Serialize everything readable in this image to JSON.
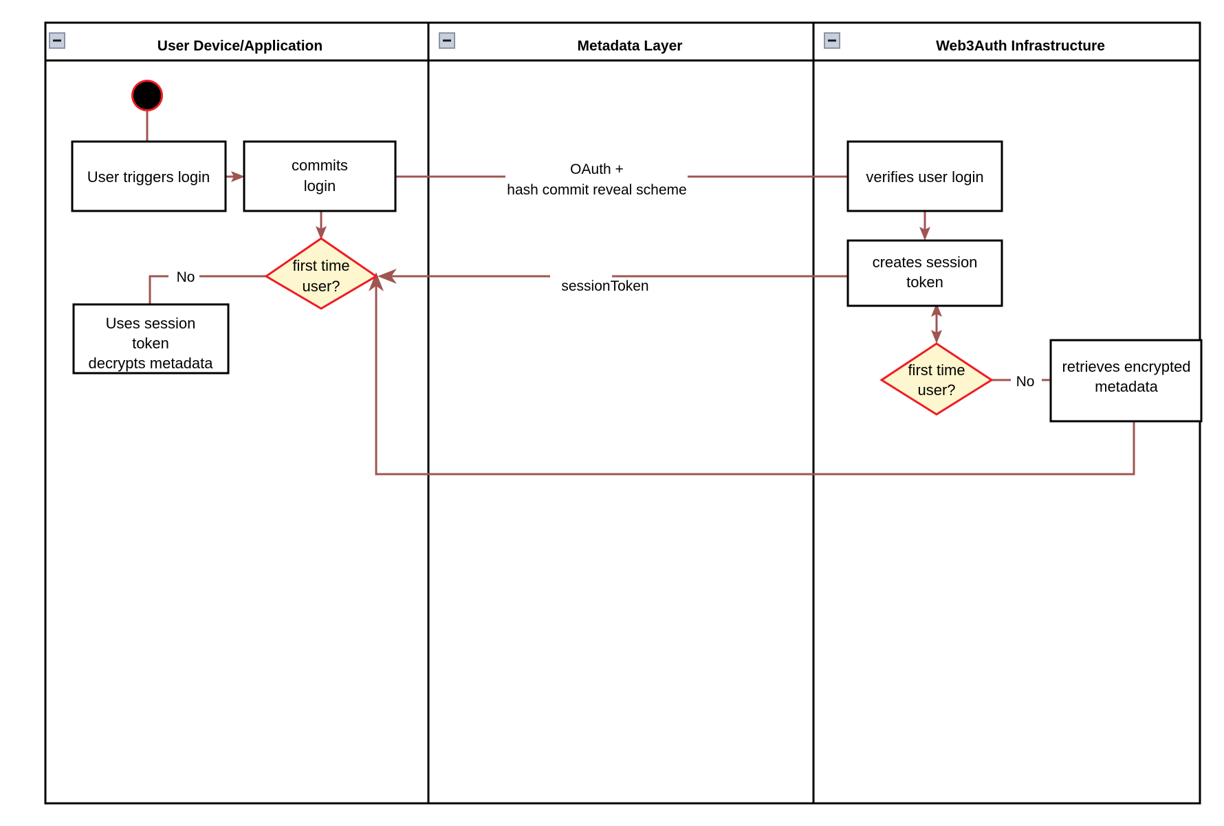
{
  "diagram": {
    "kind": "uml-activity-swimlane",
    "title_present": false,
    "colors": {
      "lane_border": "#000000",
      "node_border": "#000000",
      "node_fill": "#ffffff",
      "decision_fill": "#fdf6ce",
      "decision_border": "#ee1c25",
      "flow": "#9f5550",
      "start_ring": "#ee1c25",
      "start_fill": "#000000",
      "collapse_icon_fill": "#c8cfdc"
    }
  },
  "lanes": [
    {
      "id": "lane-user-device",
      "title": "User Device/Application",
      "collapse_icon": "minus-square-icon"
    },
    {
      "id": "lane-metadata",
      "title": "Metadata Layer",
      "collapse_icon": "minus-square-icon"
    },
    {
      "id": "lane-web3auth",
      "title": "Web3Auth Infrastructure",
      "collapse_icon": "minus-square-icon"
    }
  ],
  "nodes": {
    "start": {
      "type": "initial-node",
      "label": ""
    },
    "user_triggers_login": {
      "type": "action",
      "lines": [
        "User triggers login"
      ]
    },
    "commits_login": {
      "type": "action",
      "lines": [
        "commits",
        "login"
      ]
    },
    "decision_left": {
      "type": "decision",
      "lines": [
        "first time",
        "user?"
      ]
    },
    "uses_session_token": {
      "type": "action",
      "lines": [
        "Uses session",
        "token",
        "decrypts metadata"
      ]
    },
    "verifies_user_login": {
      "type": "action",
      "lines": [
        "verifies user login"
      ]
    },
    "creates_session_token": {
      "type": "action",
      "lines": [
        "creates session",
        "token"
      ]
    },
    "decision_right": {
      "type": "decision",
      "lines": [
        "first time",
        "user?"
      ]
    },
    "retrieves_encrypted_metadata": {
      "type": "action",
      "lines": [
        "retrieves encrypted",
        "metadata"
      ]
    }
  },
  "edge_labels": {
    "oauth": {
      "lines": [
        "OAuth +",
        "hash commit reveal scheme"
      ]
    },
    "session_token": {
      "text": "sessionToken"
    },
    "no_left": {
      "text": "No"
    },
    "no_right": {
      "text": "No"
    }
  }
}
